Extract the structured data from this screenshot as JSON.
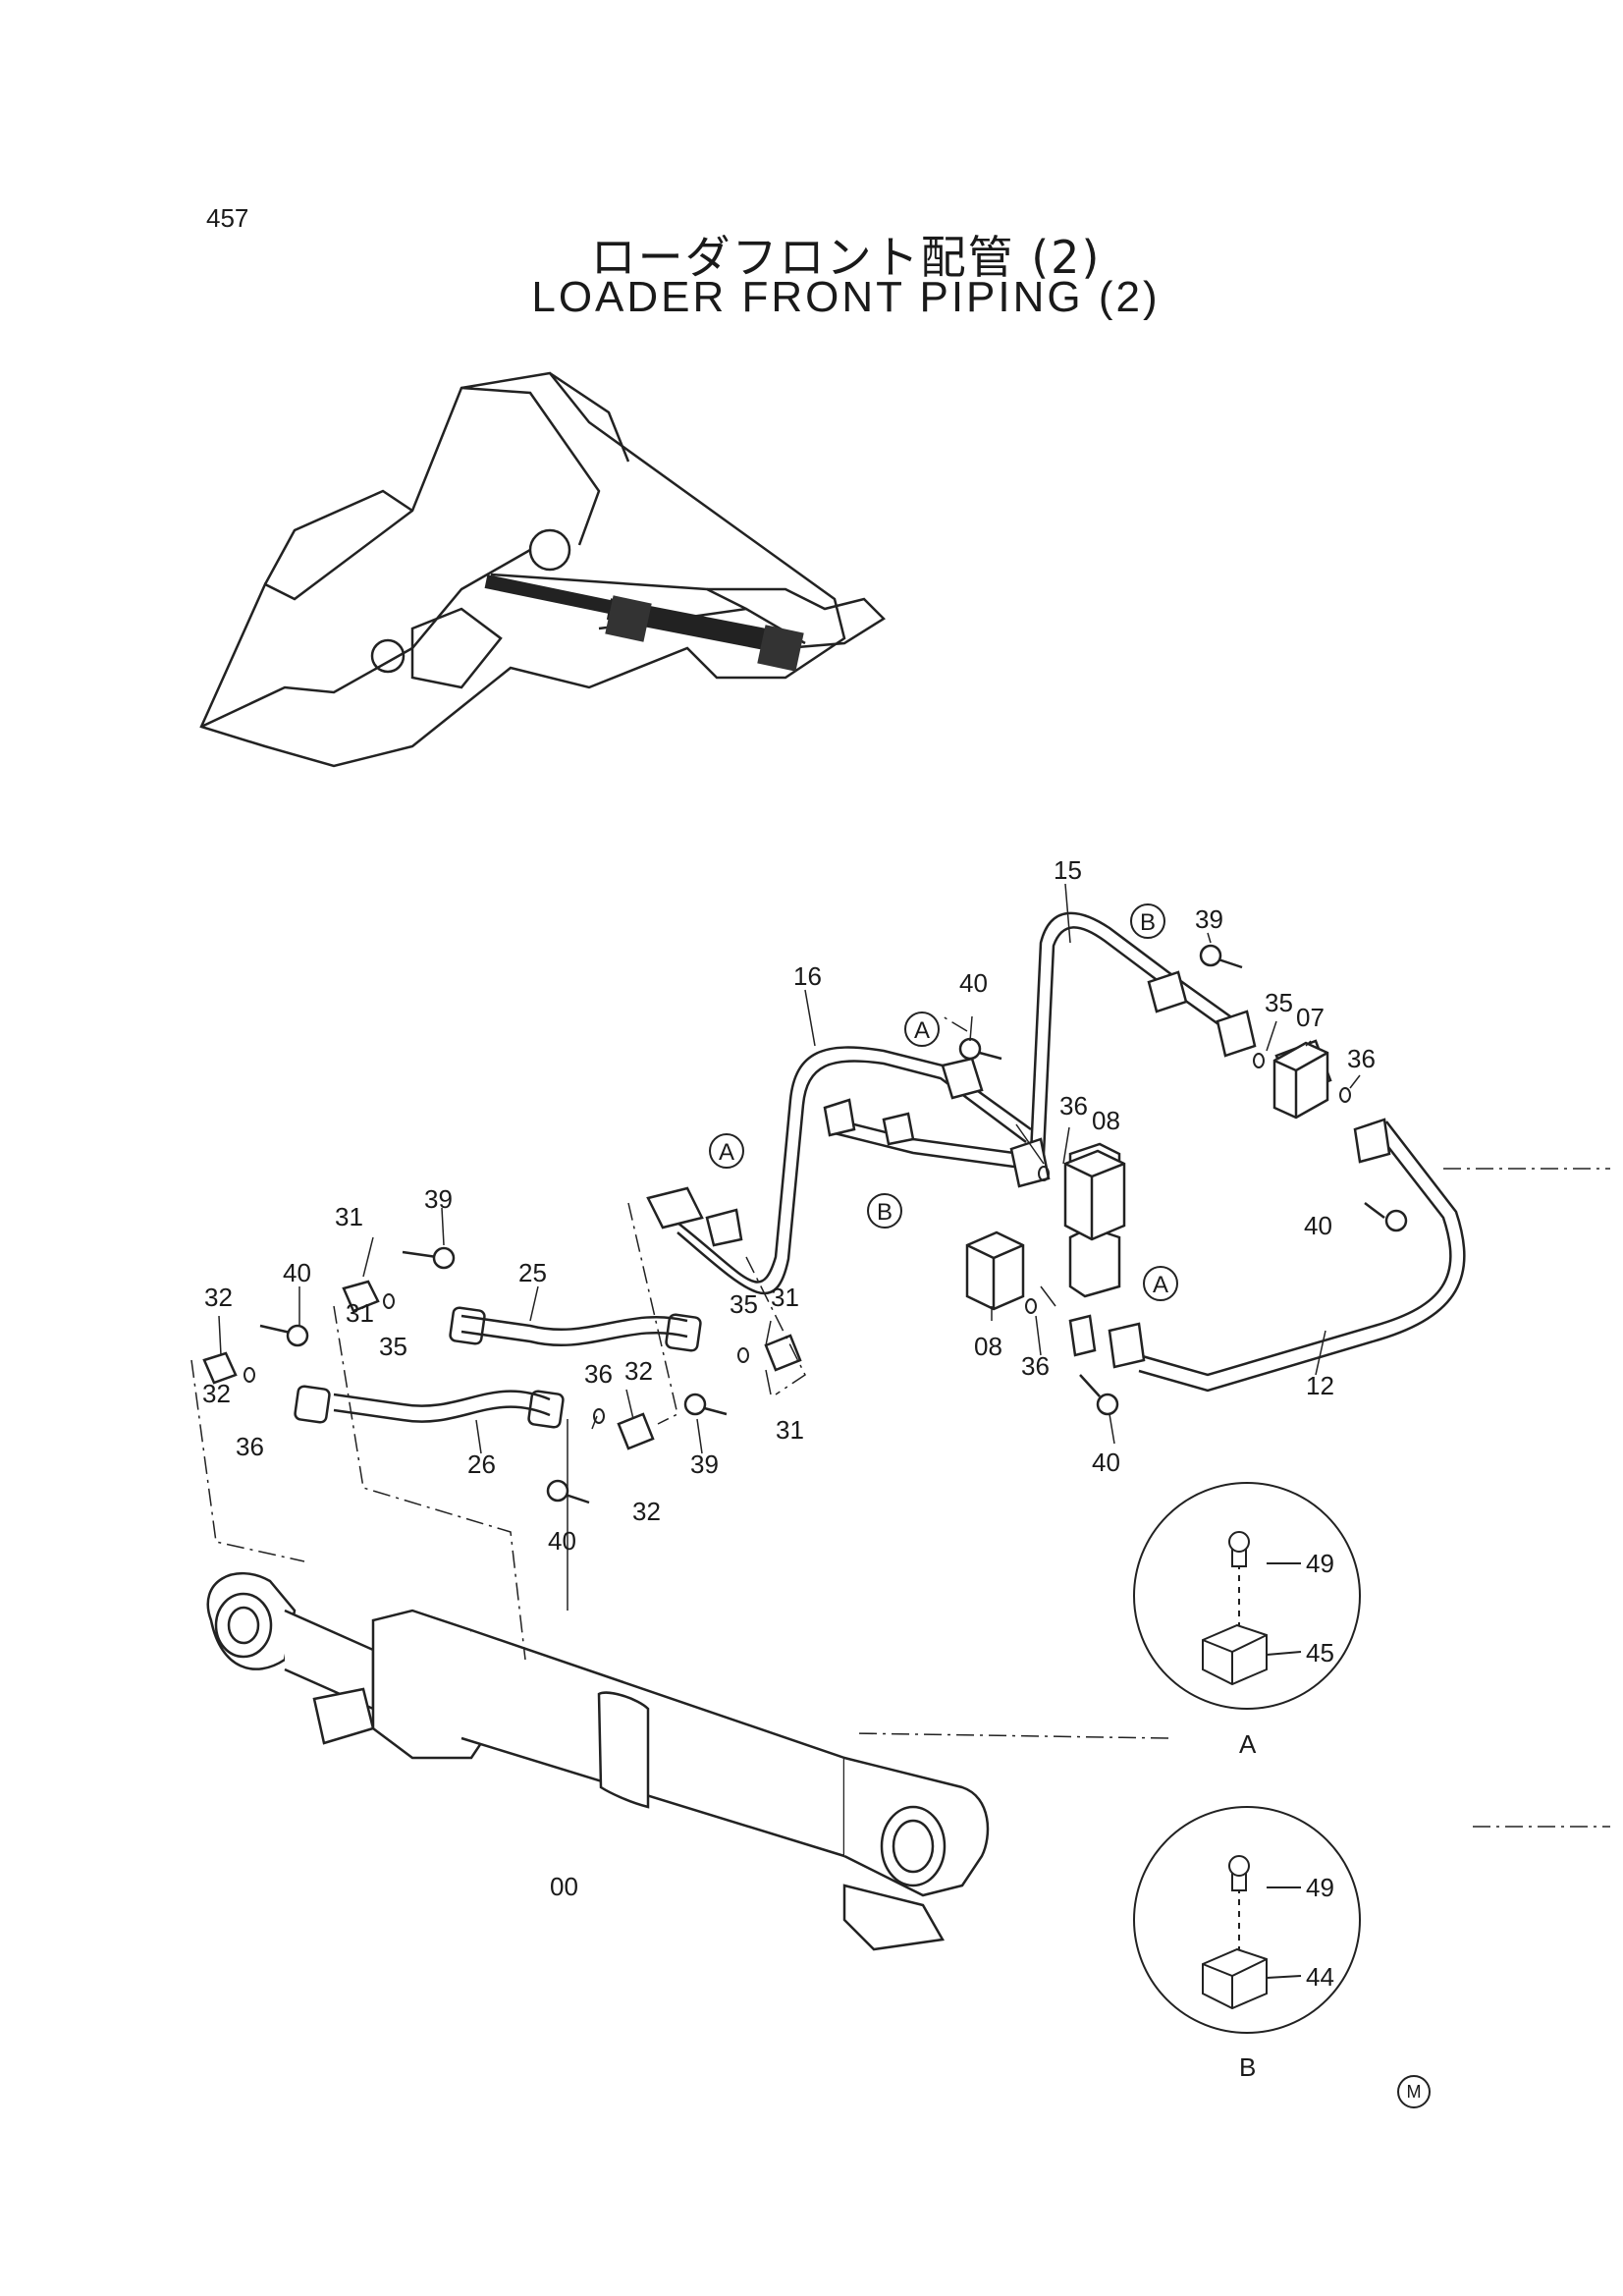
{
  "page_number": "457",
  "title_jp": "ローダフロント配管 (2)",
  "title_en": "LOADER FRONT PIPING (2)",
  "callouts": {
    "c00": "00",
    "c07": "07",
    "c08a": "08",
    "c08b": "08",
    "c12": "12",
    "c15": "15",
    "c16": "16",
    "c25": "25",
    "c26": "26",
    "c31a": "31",
    "c31b": "31",
    "c31c": "31",
    "c31d": "31",
    "c32a": "32",
    "c32b": "32",
    "c32c": "32",
    "c32d": "32",
    "c35a": "35",
    "c35b": "35",
    "c35c": "35",
    "c36a": "36",
    "c36b": "36",
    "c36c": "36",
    "c36d": "36",
    "c36e": "36",
    "c39a": "39",
    "c39b": "39",
    "c39c": "39",
    "c40a": "40",
    "c40b": "40",
    "c40c": "40",
    "c40d": "40",
    "c40e": "40"
  },
  "clamp_refs": {
    "a1": "A",
    "a2": "A",
    "a3": "A",
    "b1": "B",
    "b2": "B"
  },
  "detail_a": {
    "label": "A",
    "bolt": "49",
    "clamp": "45"
  },
  "detail_b": {
    "label": "B",
    "bolt": "49",
    "clamp": "44"
  },
  "corner_mark": "M"
}
